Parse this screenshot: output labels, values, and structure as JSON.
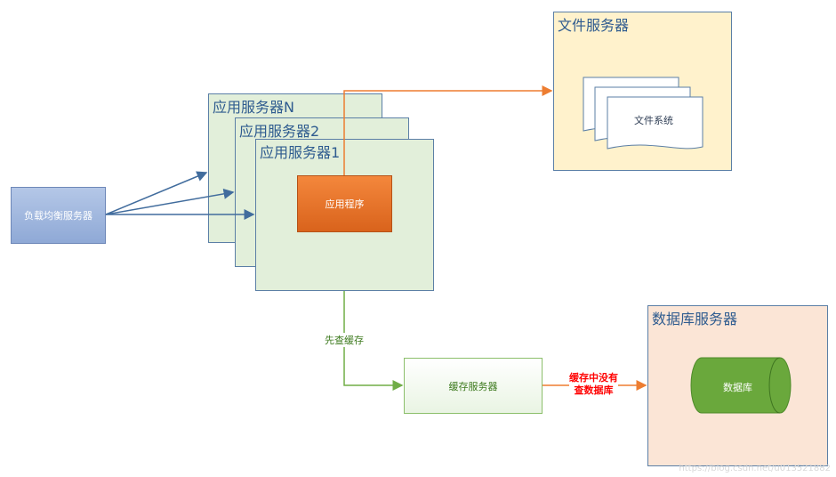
{
  "load_balancer": {
    "label": "负载均衡服务器"
  },
  "app_servers": [
    {
      "title": "应用服务器N"
    },
    {
      "title": "应用服务器2"
    },
    {
      "title": "应用服务器1"
    }
  ],
  "app_program": {
    "label": "应用程序"
  },
  "file_server": {
    "title": "文件服务器",
    "filesystem_label": "文件系统"
  },
  "cache": {
    "label": "缓存服务器",
    "edge_label": "先查缓存"
  },
  "db_server": {
    "title": "数据库服务器",
    "db_label": "数据库"
  },
  "miss_label": {
    "line1": "缓存中没有",
    "line2": "查数据库"
  },
  "watermark": "https://blog.csdn.net/u013521882",
  "colors": {
    "blue_arrow": "#416c9d",
    "orange_arrow": "#ed7d31",
    "green_arrow": "#70ad47",
    "miss_text": "#ff0000"
  }
}
